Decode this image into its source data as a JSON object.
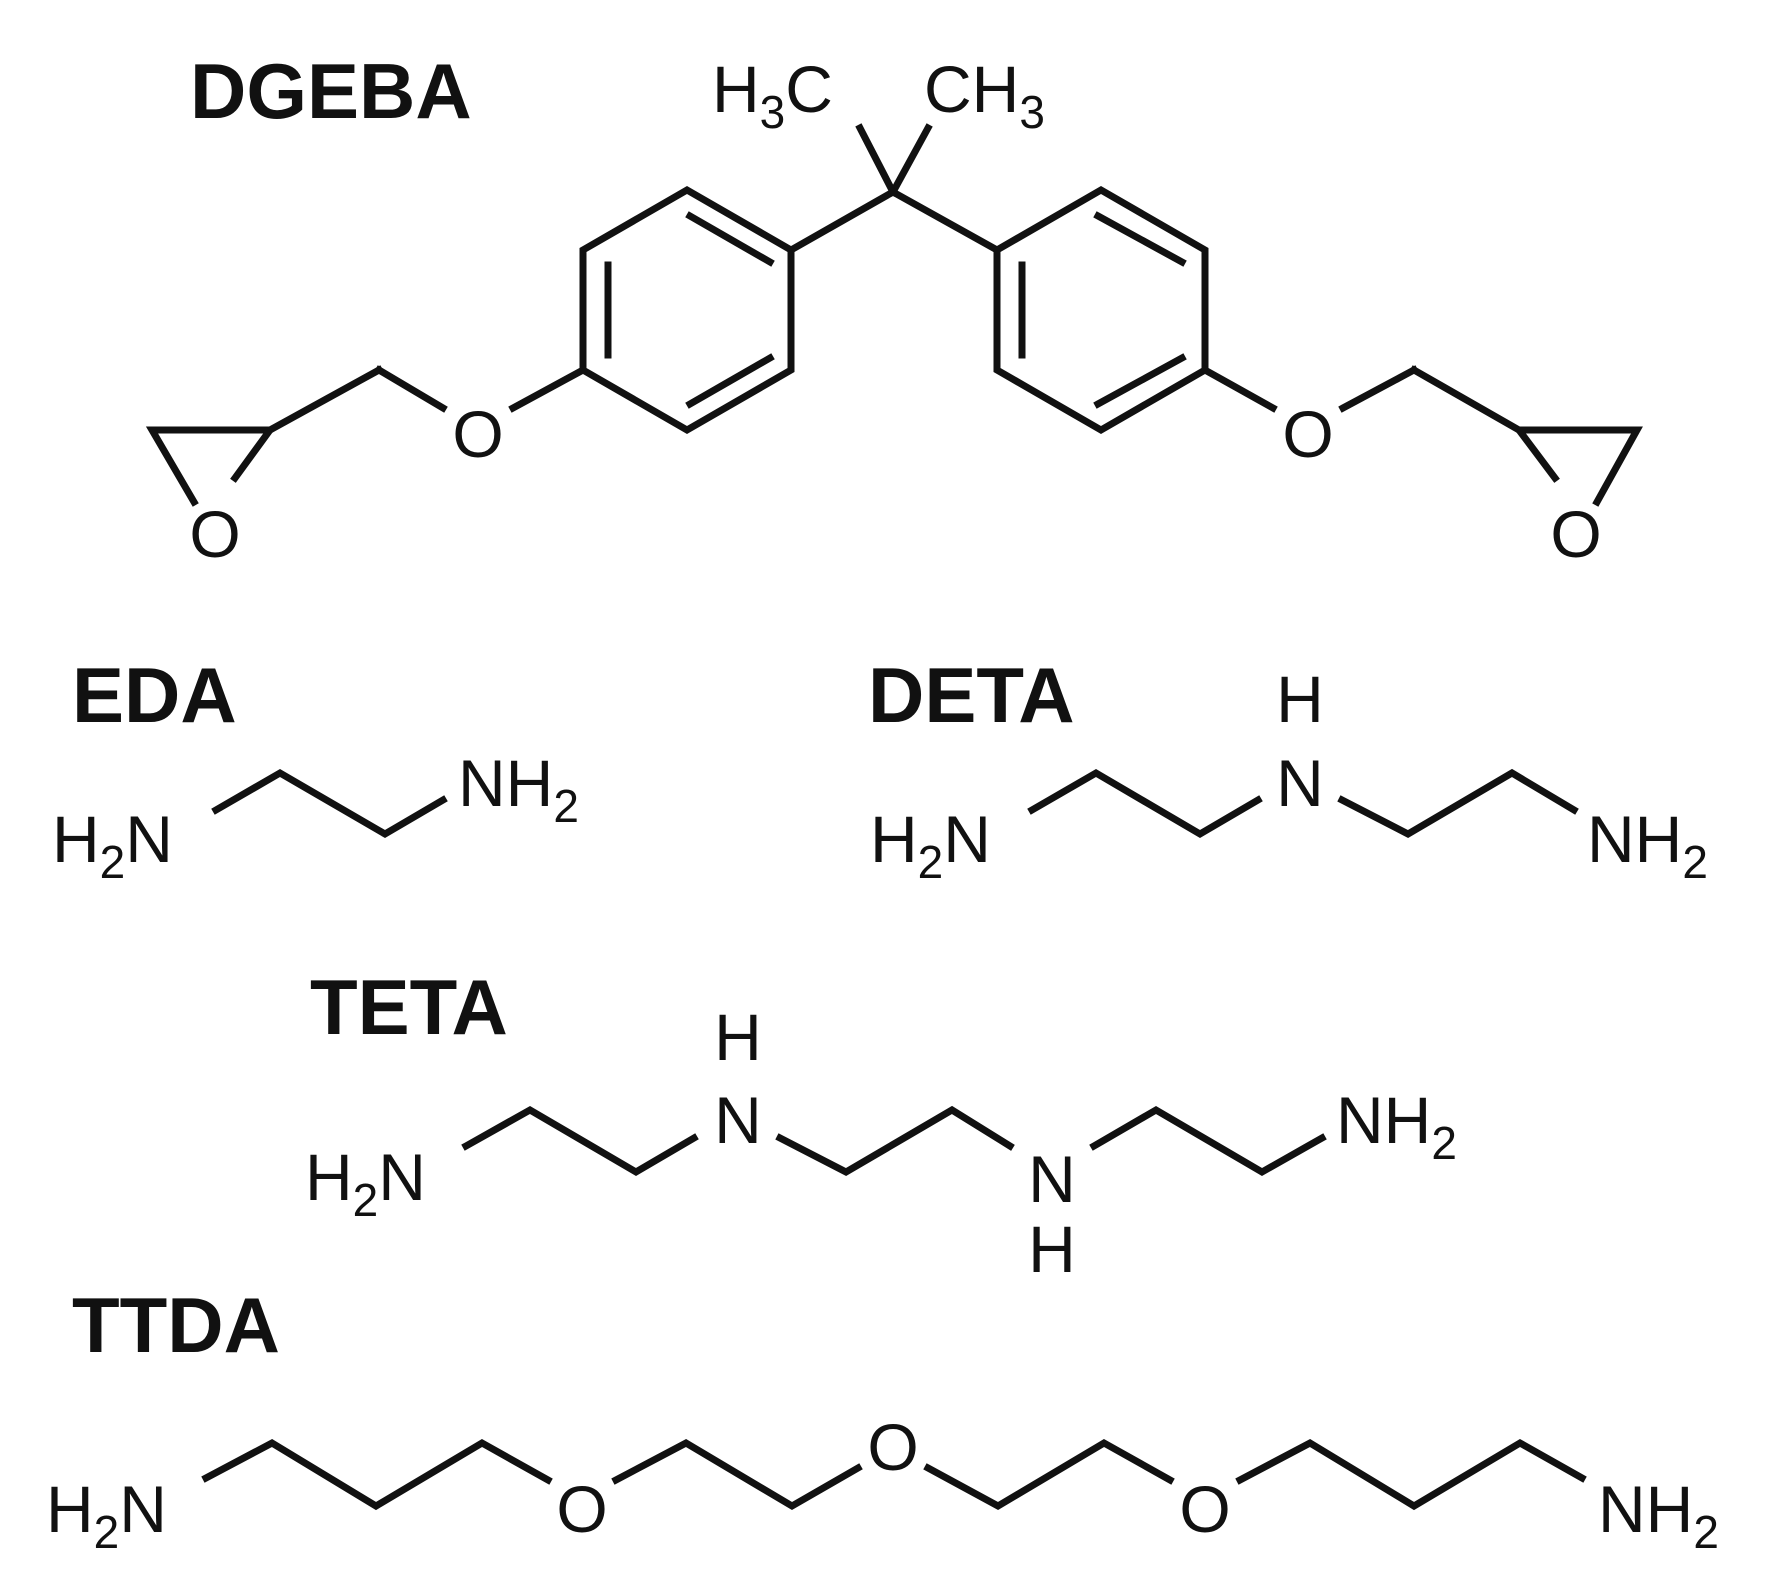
{
  "molecules": {
    "dgeba": {
      "name": "DGEBA",
      "h3c": {
        "main": "H",
        "sub": "3",
        "tail": "C"
      },
      "ch3": {
        "main": "CH",
        "sub": "3"
      },
      "ether_o_left": "O",
      "ether_o_right": "O",
      "epoxide_o_left": "O",
      "epoxide_o_right": "O"
    },
    "eda": {
      "name": "EDA",
      "h2n": {
        "main": "H",
        "sub": "2",
        "tail": "N"
      },
      "nh2": {
        "main": "NH",
        "sub": "2"
      }
    },
    "deta": {
      "name": "DETA",
      "h2n": {
        "main": "H",
        "sub": "2",
        "tail": "N"
      },
      "nh_n": "N",
      "nh_h": "H",
      "nh2": {
        "main": "NH",
        "sub": "2"
      }
    },
    "teta": {
      "name": "TETA",
      "h2n": {
        "main": "H",
        "sub": "2",
        "tail": "N"
      },
      "nh1_n": "N",
      "nh1_h": "H",
      "nh2_n": "N",
      "nh2_h": "H",
      "nh2": {
        "main": "NH",
        "sub": "2"
      }
    },
    "ttda": {
      "name": "TTDA",
      "h2n": {
        "main": "H",
        "sub": "2",
        "tail": "N"
      },
      "o1": "O",
      "o2": "O",
      "o3": "O",
      "nh2": {
        "main": "NH",
        "sub": "2"
      }
    }
  },
  "colors": {
    "ink": "#111111",
    "background": "#ffffff"
  }
}
